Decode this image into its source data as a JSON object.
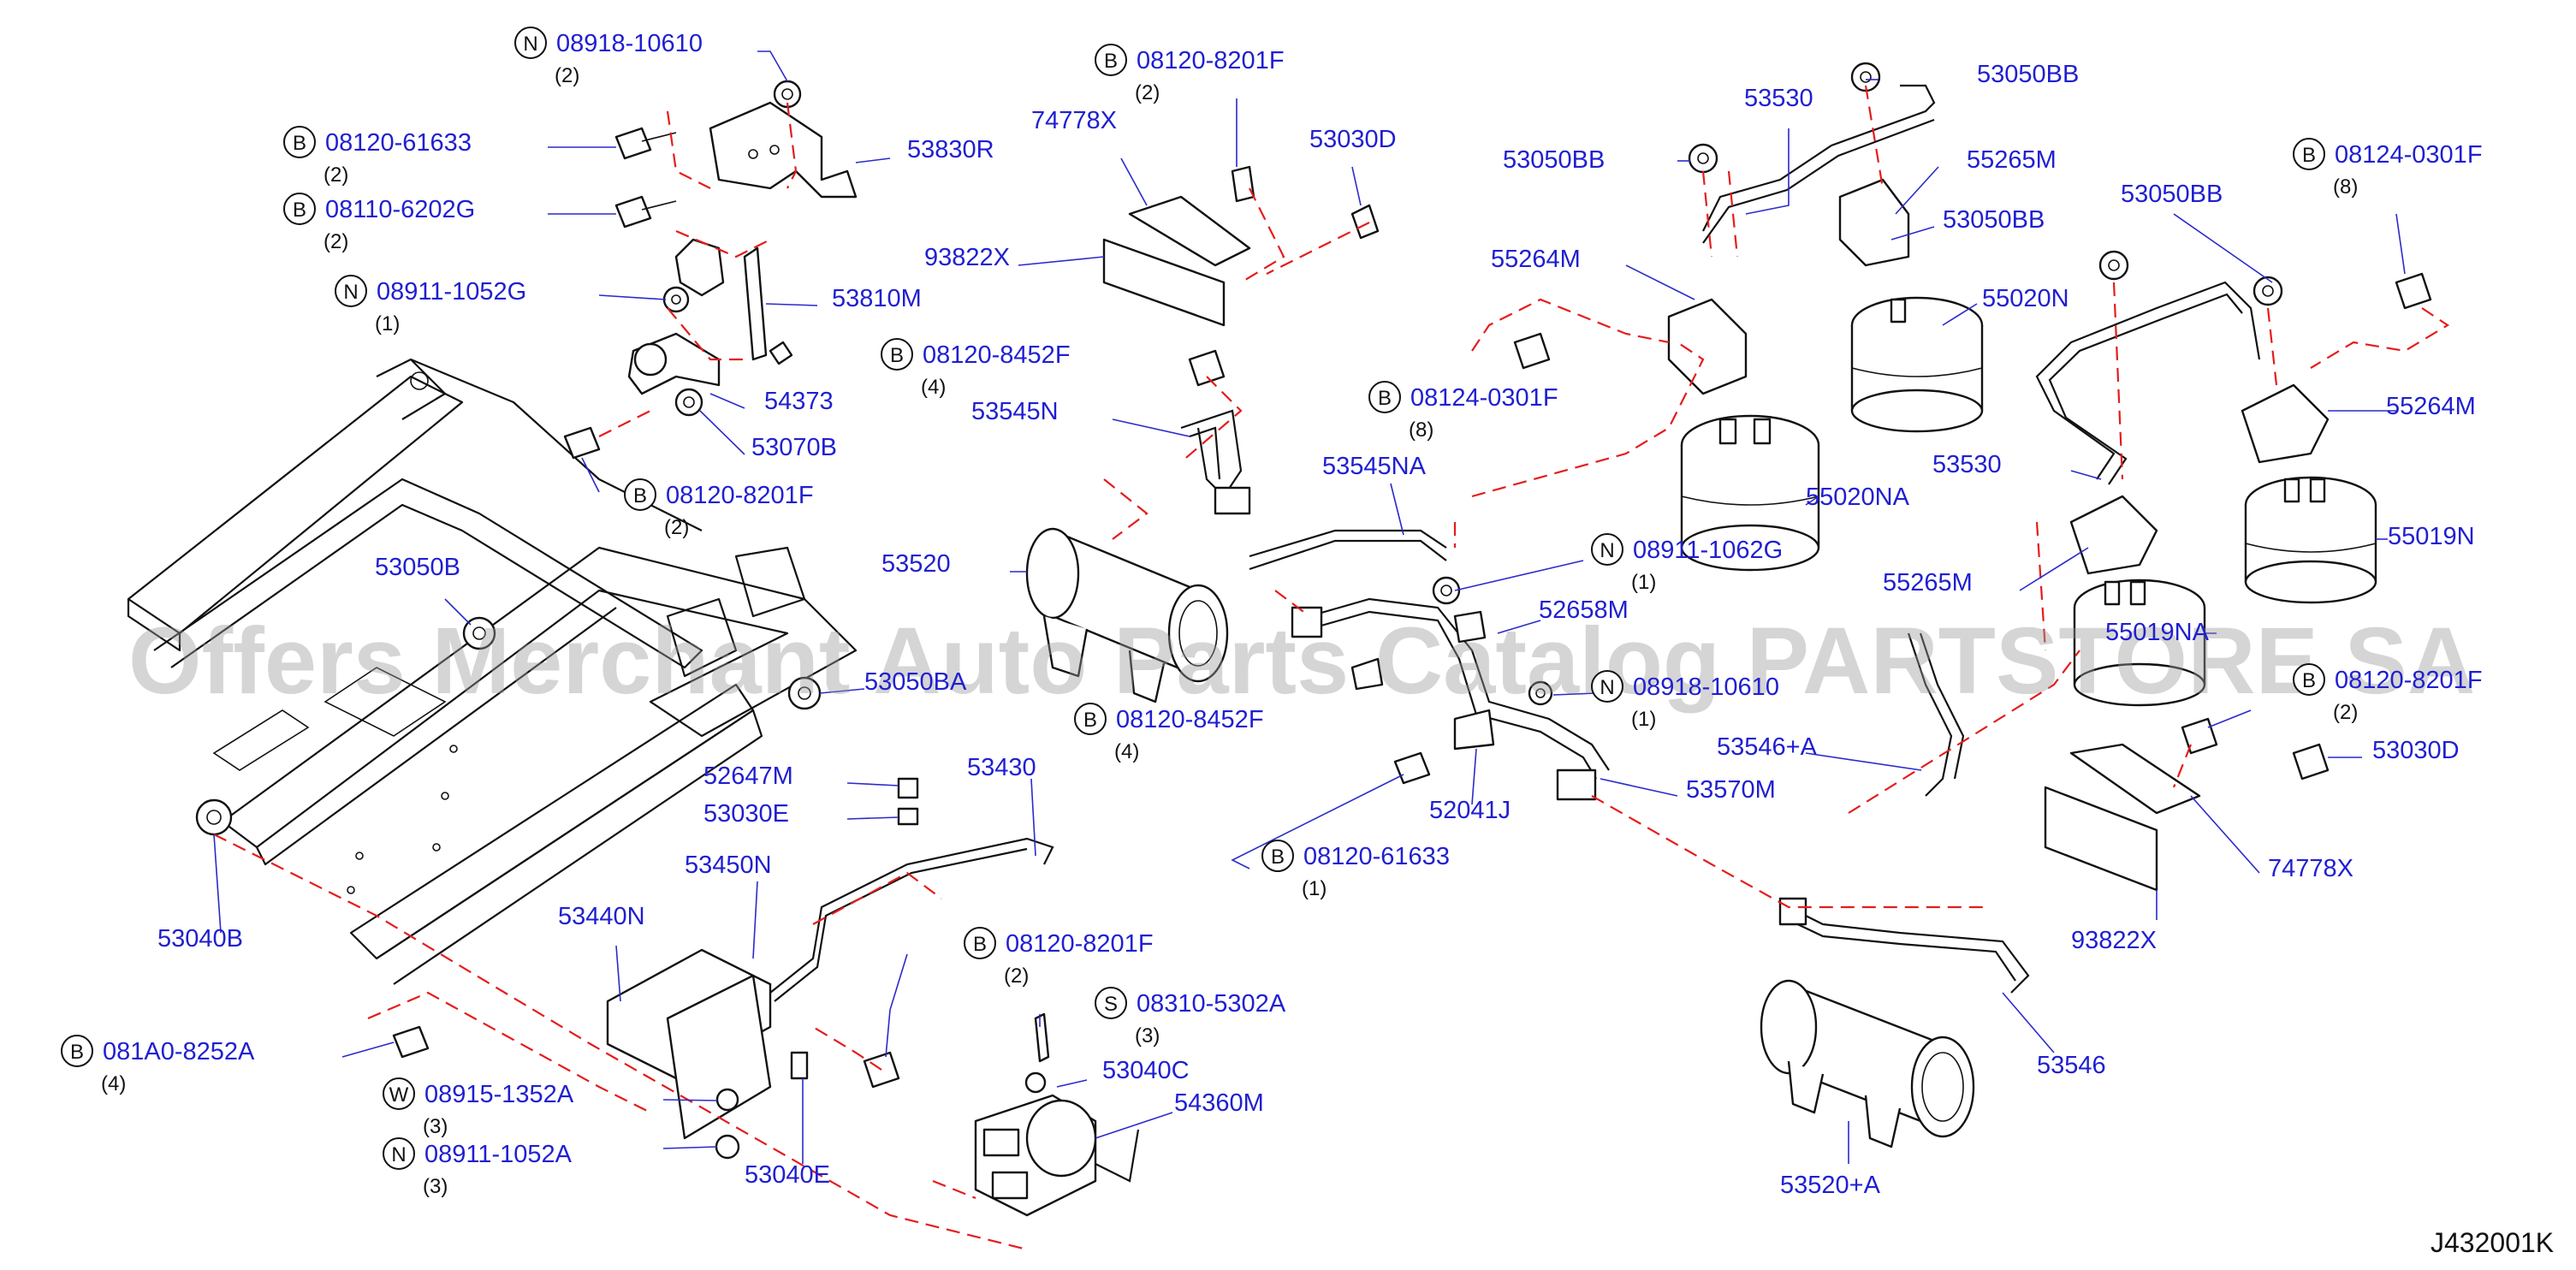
{
  "diagram": {
    "code": "J432001K",
    "watermark": "Offers Merchant Auto Parts Catalog PARTSTORE SA",
    "colors": {
      "part_number": "#1f1fd1",
      "dashed_line": "#e51c1c",
      "outline": "#111111"
    },
    "icons": [
      "bolt-icon",
      "nut-icon",
      "washer-icon",
      "clip-icon"
    ],
    "callouts": [
      {
        "id": "c01",
        "prefix": "N",
        "part": "08918-10610",
        "qty": "(2)"
      },
      {
        "id": "c02",
        "prefix": "B",
        "part": "08120-61633",
        "qty": "(2)"
      },
      {
        "id": "c03",
        "prefix": "B",
        "part": "08110-6202G",
        "qty": "(2)"
      },
      {
        "id": "c04",
        "prefix": "N",
        "part": "08911-1052G",
        "qty": "(1)"
      },
      {
        "id": "c05",
        "prefix": "",
        "part": "53830R",
        "qty": ""
      },
      {
        "id": "c06",
        "prefix": "",
        "part": "53810M",
        "qty": ""
      },
      {
        "id": "c07",
        "prefix": "",
        "part": "54373",
        "qty": ""
      },
      {
        "id": "c08",
        "prefix": "",
        "part": "53070B",
        "qty": ""
      },
      {
        "id": "c09",
        "prefix": "B",
        "part": "08120-8201F",
        "qty": "(2)"
      },
      {
        "id": "c10",
        "prefix": "",
        "part": "53050B",
        "qty": ""
      },
      {
        "id": "c11",
        "prefix": "",
        "part": "53050BA",
        "qty": ""
      },
      {
        "id": "c12",
        "prefix": "B",
        "part": "08120-8201F",
        "qty": "(2)"
      },
      {
        "id": "c13",
        "prefix": "",
        "part": "74778X",
        "qty": ""
      },
      {
        "id": "c14",
        "prefix": "",
        "part": "53030D",
        "qty": ""
      },
      {
        "id": "c15",
        "prefix": "",
        "part": "93822X",
        "qty": ""
      },
      {
        "id": "c16",
        "prefix": "B",
        "part": "08120-8452F",
        "qty": "(4)"
      },
      {
        "id": "c17",
        "prefix": "",
        "part": "53545N",
        "qty": ""
      },
      {
        "id": "c18",
        "prefix": "",
        "part": "53545NA",
        "qty": ""
      },
      {
        "id": "c19",
        "prefix": "",
        "part": "53520",
        "qty": ""
      },
      {
        "id": "c20",
        "prefix": "B",
        "part": "08120-8452F",
        "qty": "(4)"
      },
      {
        "id": "c21",
        "prefix": "B",
        "part": "08124-0301F",
        "qty": "(8)"
      },
      {
        "id": "c22",
        "prefix": "N",
        "part": "08911-1062G",
        "qty": "(1)"
      },
      {
        "id": "c23",
        "prefix": "",
        "part": "52658M",
        "qty": ""
      },
      {
        "id": "c24",
        "prefix": "N",
        "part": "08918-10610",
        "qty": "(1)"
      },
      {
        "id": "c25",
        "prefix": "",
        "part": "53546+A",
        "qty": ""
      },
      {
        "id": "c26",
        "prefix": "",
        "part": "53570M",
        "qty": ""
      },
      {
        "id": "c27",
        "prefix": "",
        "part": "52041J",
        "qty": ""
      },
      {
        "id": "c28",
        "prefix": "B",
        "part": "08120-61633",
        "qty": "(1)"
      },
      {
        "id": "c29",
        "prefix": "",
        "part": "52647M",
        "qty": ""
      },
      {
        "id": "c30",
        "prefix": "",
        "part": "53030E",
        "qty": ""
      },
      {
        "id": "c31",
        "prefix": "",
        "part": "53430",
        "qty": ""
      },
      {
        "id": "c32",
        "prefix": "",
        "part": "53450N",
        "qty": ""
      },
      {
        "id": "c33",
        "prefix": "",
        "part": "53440N",
        "qty": ""
      },
      {
        "id": "c34",
        "prefix": "",
        "part": "53040B",
        "qty": ""
      },
      {
        "id": "c35",
        "prefix": "B",
        "part": "081A0-8252A",
        "qty": "(4)"
      },
      {
        "id": "c36",
        "prefix": "W",
        "part": "08915-1352A",
        "qty": "(3)"
      },
      {
        "id": "c37",
        "prefix": "N",
        "part": "08911-1052A",
        "qty": "(3)"
      },
      {
        "id": "c38",
        "prefix": "",
        "part": "53040E",
        "qty": ""
      },
      {
        "id": "c39",
        "prefix": "B",
        "part": "08120-8201F",
        "qty": "(2)"
      },
      {
        "id": "c40",
        "prefix": "S",
        "part": "08310-5302A",
        "qty": "(3)"
      },
      {
        "id": "c41",
        "prefix": "",
        "part": "53040C",
        "qty": ""
      },
      {
        "id": "c42",
        "prefix": "",
        "part": "54360M",
        "qty": ""
      },
      {
        "id": "c43",
        "prefix": "",
        "part": "53530",
        "qty": ""
      },
      {
        "id": "c44",
        "prefix": "",
        "part": "53050BB",
        "qty": ""
      },
      {
        "id": "c45",
        "prefix": "",
        "part": "53050BB",
        "qty": ""
      },
      {
        "id": "c46",
        "prefix": "",
        "part": "55265M",
        "qty": ""
      },
      {
        "id": "c47",
        "prefix": "",
        "part": "53050BB",
        "qty": ""
      },
      {
        "id": "c48",
        "prefix": "",
        "part": "55264M",
        "qty": ""
      },
      {
        "id": "c49",
        "prefix": "",
        "part": "55020N",
        "qty": ""
      },
      {
        "id": "c50",
        "prefix": "",
        "part": "55020NA",
        "qty": ""
      },
      {
        "id": "c51",
        "prefix": "B",
        "part": "08124-0301F",
        "qty": "(8)"
      },
      {
        "id": "c52",
        "prefix": "",
        "part": "53050BB",
        "qty": ""
      },
      {
        "id": "c53",
        "prefix": "",
        "part": "55264M",
        "qty": ""
      },
      {
        "id": "c54",
        "prefix": "",
        "part": "53530",
        "qty": ""
      },
      {
        "id": "c55",
        "prefix": "",
        "part": "55019N",
        "qty": ""
      },
      {
        "id": "c56",
        "prefix": "",
        "part": "55265M",
        "qty": ""
      },
      {
        "id": "c57",
        "prefix": "",
        "part": "55019NA",
        "qty": ""
      },
      {
        "id": "c58",
        "prefix": "B",
        "part": "08120-8201F",
        "qty": "(2)"
      },
      {
        "id": "c59",
        "prefix": "",
        "part": "53030D",
        "qty": ""
      },
      {
        "id": "c60",
        "prefix": "",
        "part": "74778X",
        "qty": ""
      },
      {
        "id": "c61",
        "prefix": "",
        "part": "93822X",
        "qty": ""
      },
      {
        "id": "c62",
        "prefix": "",
        "part": "53546",
        "qty": ""
      },
      {
        "id": "c63",
        "prefix": "",
        "part": "53520+A",
        "qty": ""
      }
    ]
  }
}
